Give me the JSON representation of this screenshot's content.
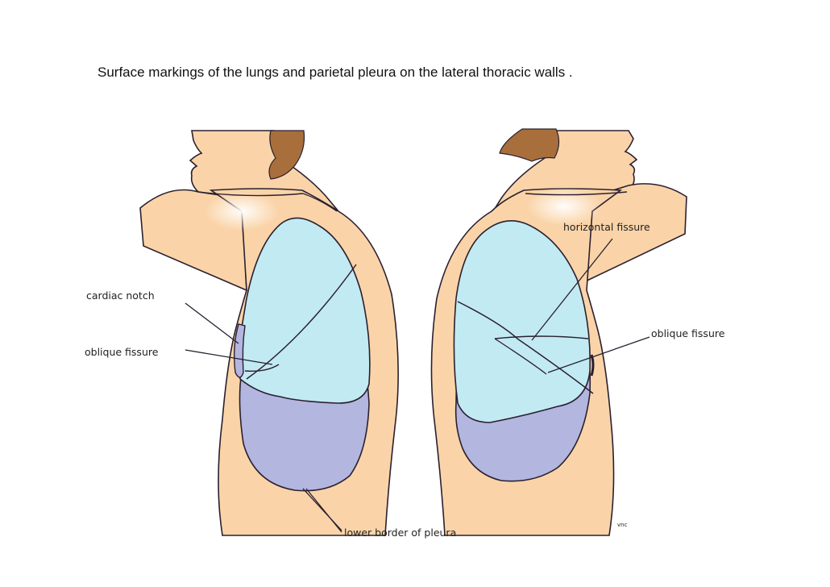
{
  "title": "Surface markings of the lungs and parietal pleura on the lateral thoracic walls .",
  "labels": {
    "cardiac_notch": "cardiac notch",
    "oblique_fissure_left": "oblique fissure",
    "horizontal_fissure": "horizontal fissure",
    "oblique_fissure_right": "oblique fissure",
    "lower_border": "lower border of pleura",
    "signature": "vnc"
  },
  "colors": {
    "skin": "#FAD4A8",
    "hair": "#A86F3C",
    "lung": "#C2EAF3",
    "pleura": "#B3B6DF",
    "outline": "#2A2030"
  }
}
